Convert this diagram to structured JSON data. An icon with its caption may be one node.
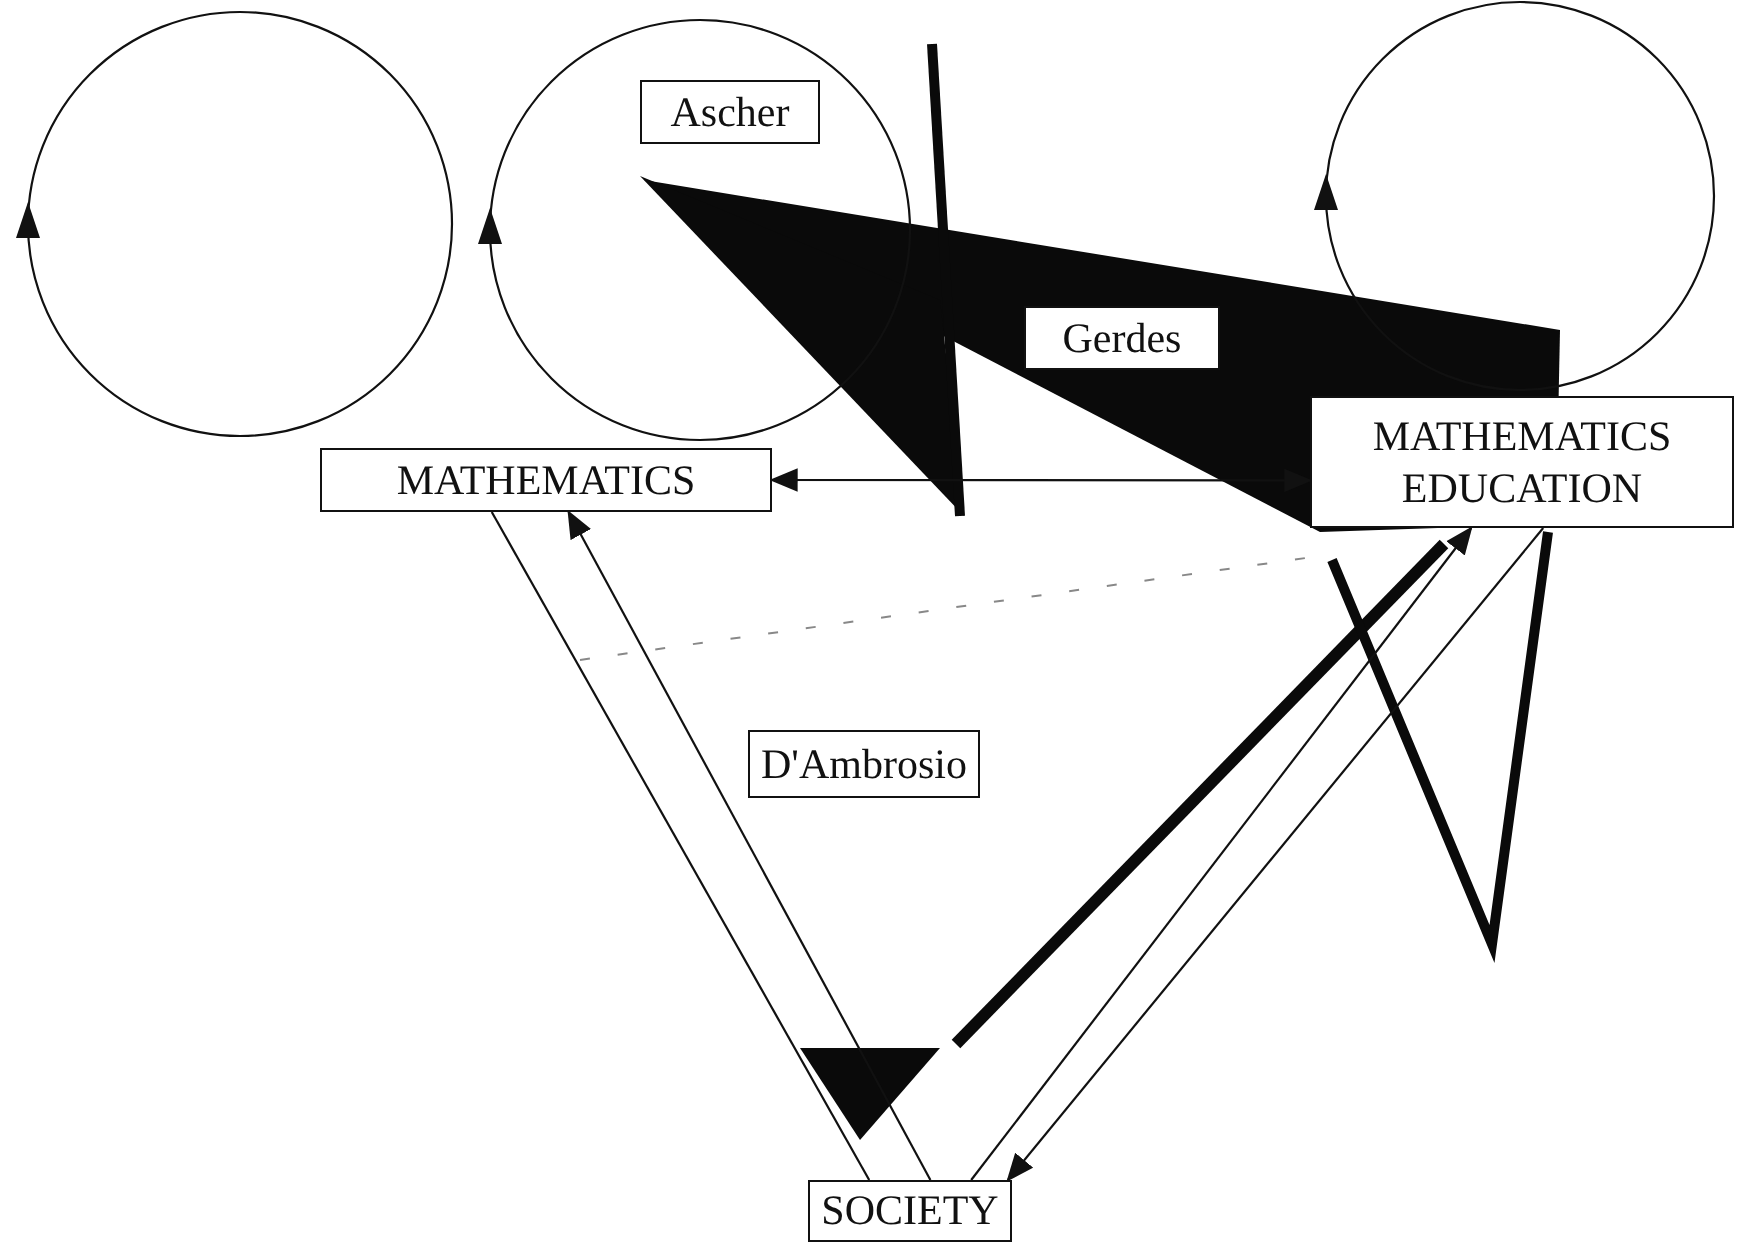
{
  "diagram": {
    "nodes": [
      {
        "text": [
          "Ascher"
        ]
      },
      {
        "text": [
          "Gerdes"
        ]
      },
      {
        "text": [
          "MATHEMATICS"
        ]
      },
      {
        "text": [
          "MATHEMATICS EDUCATION"
        ]
      },
      {
        "text": [
          "D'Ambrosio"
        ]
      },
      {
        "text": [
          "SOCIETY"
        ]
      }
    ],
    "edges": [
      {
        "from": 2,
        "to": 3,
        "arrow": "both"
      },
      {
        "from": 5,
        "to": 2,
        "arrow": "to"
      },
      {
        "from": 2,
        "to": 5,
        "arrow": "none"
      },
      {
        "from": 5,
        "to": 3,
        "arrow": "to"
      },
      {
        "from": 3,
        "to": 5,
        "arrow": "to"
      }
    ]
  }
}
